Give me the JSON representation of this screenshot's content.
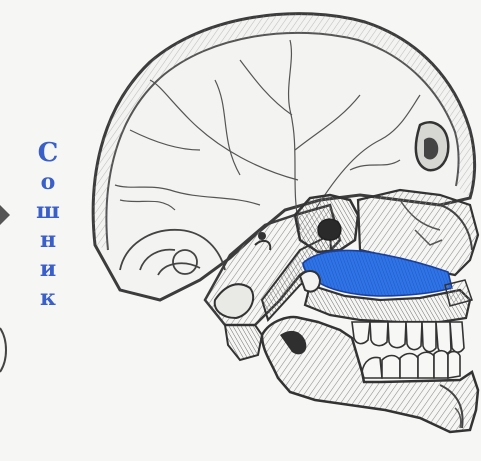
{
  "label": {
    "text": "Сошник",
    "letters": [
      "С",
      "о",
      "ш",
      "н",
      "и",
      "к"
    ],
    "color": "#3a5fc8"
  },
  "highlight": {
    "structure": "vomer",
    "color": "#2f74e6"
  },
  "colors": {
    "background": "#f6f6f4",
    "line": "#3c3c3c",
    "hatch": "#8a8a8a"
  }
}
